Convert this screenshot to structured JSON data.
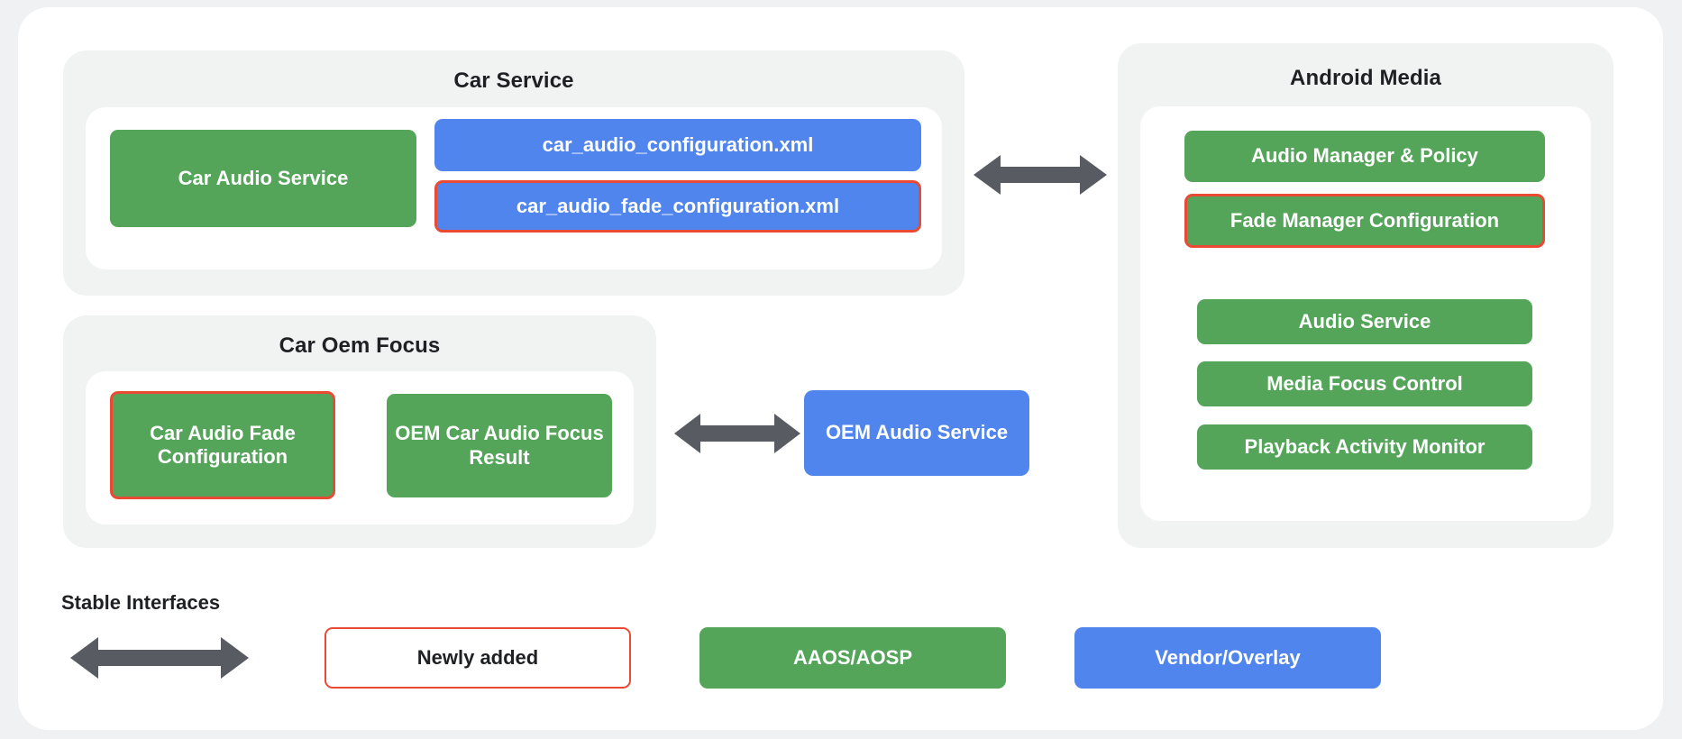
{
  "diagram": {
    "title_color": "#1f2023",
    "palette": {
      "page_background": "#eff1f3",
      "card_background": "#ffffff",
      "group_background": "#f1f2f2",
      "inner_background": "#ffffff",
      "green": "#54a55a",
      "blue": "#5185ee",
      "highlight_red": "#ea4a33",
      "arrow_gray": "#585c62"
    }
  },
  "groups": {
    "car_service": {
      "title": "Car Service",
      "nodes": {
        "car_audio_service": "Car Audio Service",
        "car_audio_configuration": "car_audio_configuration.xml",
        "car_audio_fade_configuration": "car_audio_fade_configuration.xml"
      }
    },
    "car_oem_focus": {
      "title": "Car Oem Focus",
      "nodes": {
        "car_audio_fade_configuration": "Car Audio Fade Configuration",
        "oem_car_audio_focus_result": "OEM Car Audio Focus Result"
      }
    },
    "android_media": {
      "title": "Android Media",
      "nodes": {
        "audio_manager_policy": "Audio Manager & Policy",
        "fade_manager_configuration": "Fade Manager Configuration",
        "audio_service": "Audio Service",
        "media_focus_control": "Media Focus Control",
        "playback_activity_monitor": "Playback Activity Monitor"
      }
    }
  },
  "standalone": {
    "oem_audio_service": "OEM Audio Service"
  },
  "legend": {
    "stable_interfaces_label": "Stable Interfaces",
    "newly_added": "Newly added",
    "aaos_aosp": "AAOS/AOSP",
    "vendor_overlay": "Vendor/Overlay"
  },
  "icons": {
    "double_arrow": "double-headed-arrow"
  }
}
